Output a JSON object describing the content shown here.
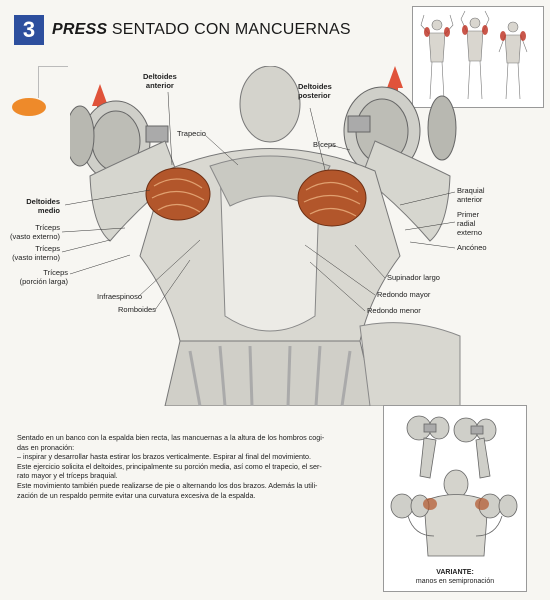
{
  "header": {
    "number": "3",
    "title_emphasis": "PRESS",
    "title_rest": " SENTADO CON MANCUERNAS"
  },
  "labels": {
    "deltoides_anterior_1": "Deltoides",
    "deltoides_anterior_2": "anterior",
    "deltoides_posterior_1": "Deltoides",
    "deltoides_posterior_2": "posterior",
    "trapecio": "Trapecio",
    "biceps": "Bíceps",
    "deltoides_medio_1": "Deltoides",
    "deltoides_medio_2": "medio",
    "triceps_externo_1": "Tríceps",
    "triceps_externo_2": "(vasto externo)",
    "triceps_interno_1": "Tríceps",
    "triceps_interno_2": "(vasto interno)",
    "triceps_larga_1": "Tríceps",
    "triceps_larga_2": "(porción larga)",
    "infraespinoso": "Infraespinoso",
    "romboides": "Romboides",
    "braquial_1": "Braquial",
    "braquial_2": "anterior",
    "primer_radial_1": "Primer",
    "primer_radial_2": "radial",
    "primer_radial_3": "externo",
    "anconeo": "Ancóneo",
    "supinador": "Supinador largo",
    "redondo_mayor": "Redondo mayor",
    "redondo_menor": "Redondo menor"
  },
  "description": [
    "Sentado en un banco con la espalda bien recta, las mancuernas a la altura de los hombros cogi-",
    "das en pronación:",
    "– inspirar y desarrollar hasta estirar los brazos verticalmente. Espirar al final del movimiento.",
    "Este ejercicio solicita el deltoides, principalmente su porción media, así como el trapecio, el ser-",
    "rato mayor y el tríceps braquial.",
    "Este movimiento también puede realizarse de pie o alternando los dos brazos. Además la utili-",
    "zación de un respaldo permite evitar una curvatura excesiva de la espalda."
  ],
  "variant": {
    "title": "VARIANTE:",
    "subtitle": "manos en semipronación"
  },
  "colors": {
    "badge": "#2d4f9e",
    "accent_dot": "#ee8a2a",
    "arrow": "#e0533a",
    "muscle_highlight": "#b2562b"
  }
}
